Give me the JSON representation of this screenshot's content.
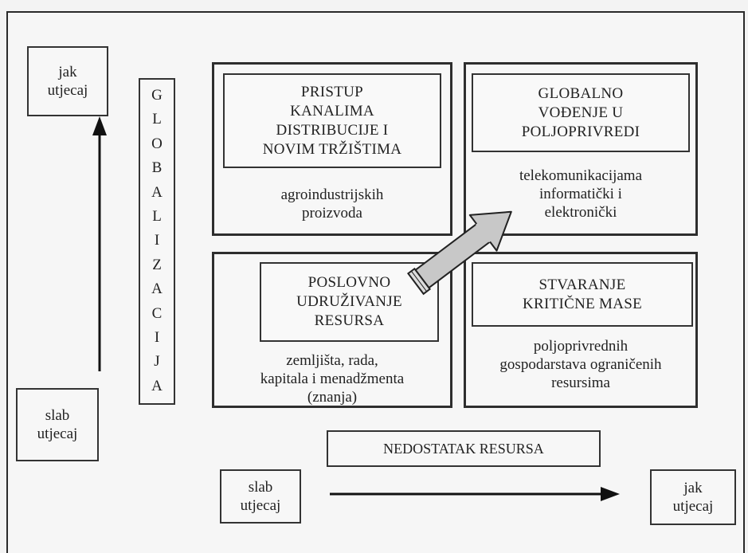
{
  "top_left_box": {
    "line1": "jak",
    "line2": "utjecaj"
  },
  "bottom_left_box": {
    "line1": "slab",
    "line2": "utjecaj"
  },
  "globalizacija_letters": [
    "G",
    "L",
    "O",
    "B",
    "A",
    "L",
    "I",
    "Z",
    "A",
    "C",
    "I",
    "J",
    "A"
  ],
  "quadrants": {
    "top_left": {
      "heading": "PRISTUP\nKANALIMA\nDISTRIBUCIJE I\nNOVIM TRŽIŠTIMA",
      "body": "agroindustrijskih\nproizvoda"
    },
    "top_right": {
      "heading": "GLOBALNO\nVOĐENJE U\nPOLJOPRIVREDI",
      "body": "telekomunikacijama\ninformatički i\nelektronički"
    },
    "bottom_left": {
      "heading": "POSLOVNO\nUDRUŽIVANJE\nRESURSA",
      "body": "zemljišta, rada,\nkapitala i menadžmenta\n(znanja)"
    },
    "bottom_right": {
      "heading": "STVARANJE\nKRITIČNE MASE",
      "body": "poljoprivrednih\ngospodarstava ograničenih\nresursima"
    }
  },
  "bottom_banner": "NEDOSTATAK RESURSA",
  "bottom_slab_box": {
    "line1": "slab",
    "line2": "utjecaj"
  },
  "bottom_jak_box": {
    "line1": "jak",
    "line2": "utjecaj"
  }
}
